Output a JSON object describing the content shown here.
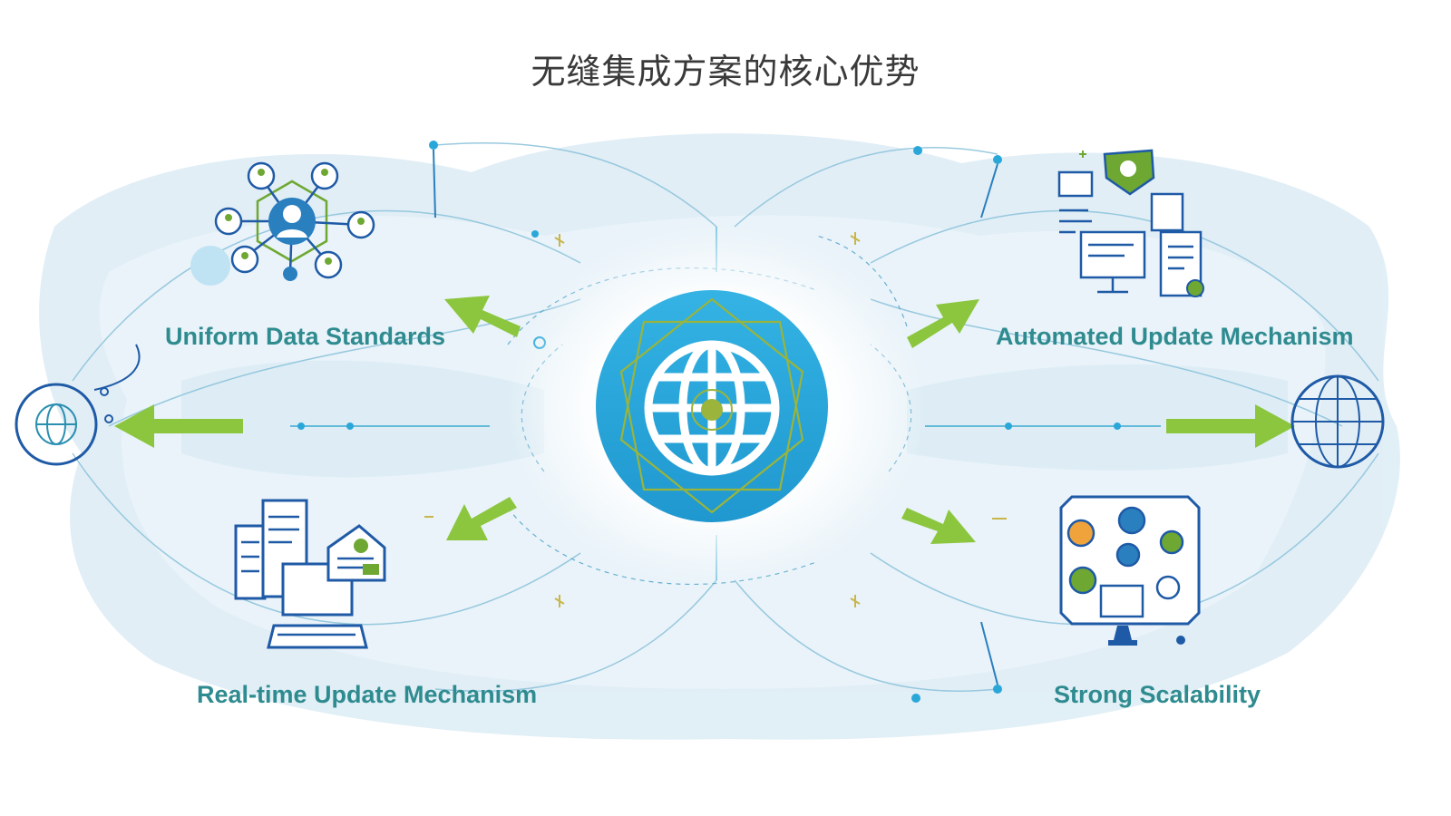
{
  "title": "无缝集成方案的核心优势",
  "features": [
    {
      "label": "Uniform Data Standards",
      "icon": "network-people-icon"
    },
    {
      "label": "Automated Update Mechanism",
      "icon": "documents-monitor-icon"
    },
    {
      "label": "Real-time Update Mechanism",
      "icon": "laptop-servers-icon"
    },
    {
      "label": "Strong Scalability",
      "icon": "app-grid-monitor-icon"
    }
  ],
  "colors": {
    "label": "#2e8b8f",
    "arrow": "#8cc63f",
    "hub": "#2aa7d9",
    "line": "#1f5aa6",
    "accent": "#6ea832",
    "wash": "#d9eef7"
  }
}
